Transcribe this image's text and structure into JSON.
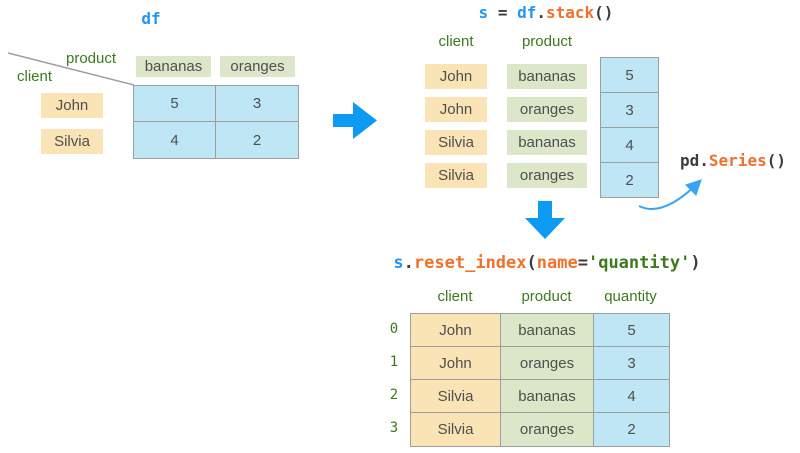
{
  "palette": {
    "code_blue": "#2196f3",
    "code_orange": "#f0712c",
    "code_dark": "#3d3d3d",
    "label_green": "#3d7a1e",
    "cell_text": "#4f4f4f",
    "orange_bg": "#fae3b4",
    "green_bg": "#dbe7c8",
    "blue_bg": "#bee6f5",
    "border_gray": "#9e9e9e",
    "arrow_blue": "#0d9af2",
    "curve_arrow_blue": "#3aa4f2"
  },
  "df_panel": {
    "title": "df",
    "columns_label": "product",
    "index_label": "client",
    "col_headers": [
      "bananas",
      "oranges"
    ],
    "row_headers": [
      "John",
      "Silvia"
    ],
    "values": [
      [
        "5",
        "3"
      ],
      [
        "4",
        "2"
      ]
    ]
  },
  "stack_panel": {
    "title_parts": {
      "s": "s",
      "eq": " = ",
      "df": "df",
      "dot": ".",
      "method": "stack",
      "parens": "()"
    },
    "headers": [
      "client",
      "product"
    ],
    "rows": [
      [
        "John",
        "bananas"
      ],
      [
        "John",
        "oranges"
      ],
      [
        "Silvia",
        "bananas"
      ],
      [
        "Silvia",
        "oranges"
      ]
    ],
    "values": [
      "5",
      "3",
      "4",
      "2"
    ],
    "series_parts": {
      "pd": "pd.",
      "cls": "Series",
      "parens": "()"
    }
  },
  "reset_panel": {
    "title_parts": {
      "s": "s",
      "dot": ".",
      "method": "reset_index",
      "open": "(",
      "arg": "name",
      "eq": "=",
      "value": "'quantity'",
      "close": ")"
    },
    "headers": [
      "client",
      "product",
      "quantity"
    ],
    "index": [
      "0",
      "1",
      "2",
      "3"
    ],
    "rows": [
      [
        "John",
        "bananas",
        "5"
      ],
      [
        "John",
        "oranges",
        "3"
      ],
      [
        "Silvia",
        "bananas",
        "4"
      ],
      [
        "Silvia",
        "oranges",
        "2"
      ]
    ]
  }
}
